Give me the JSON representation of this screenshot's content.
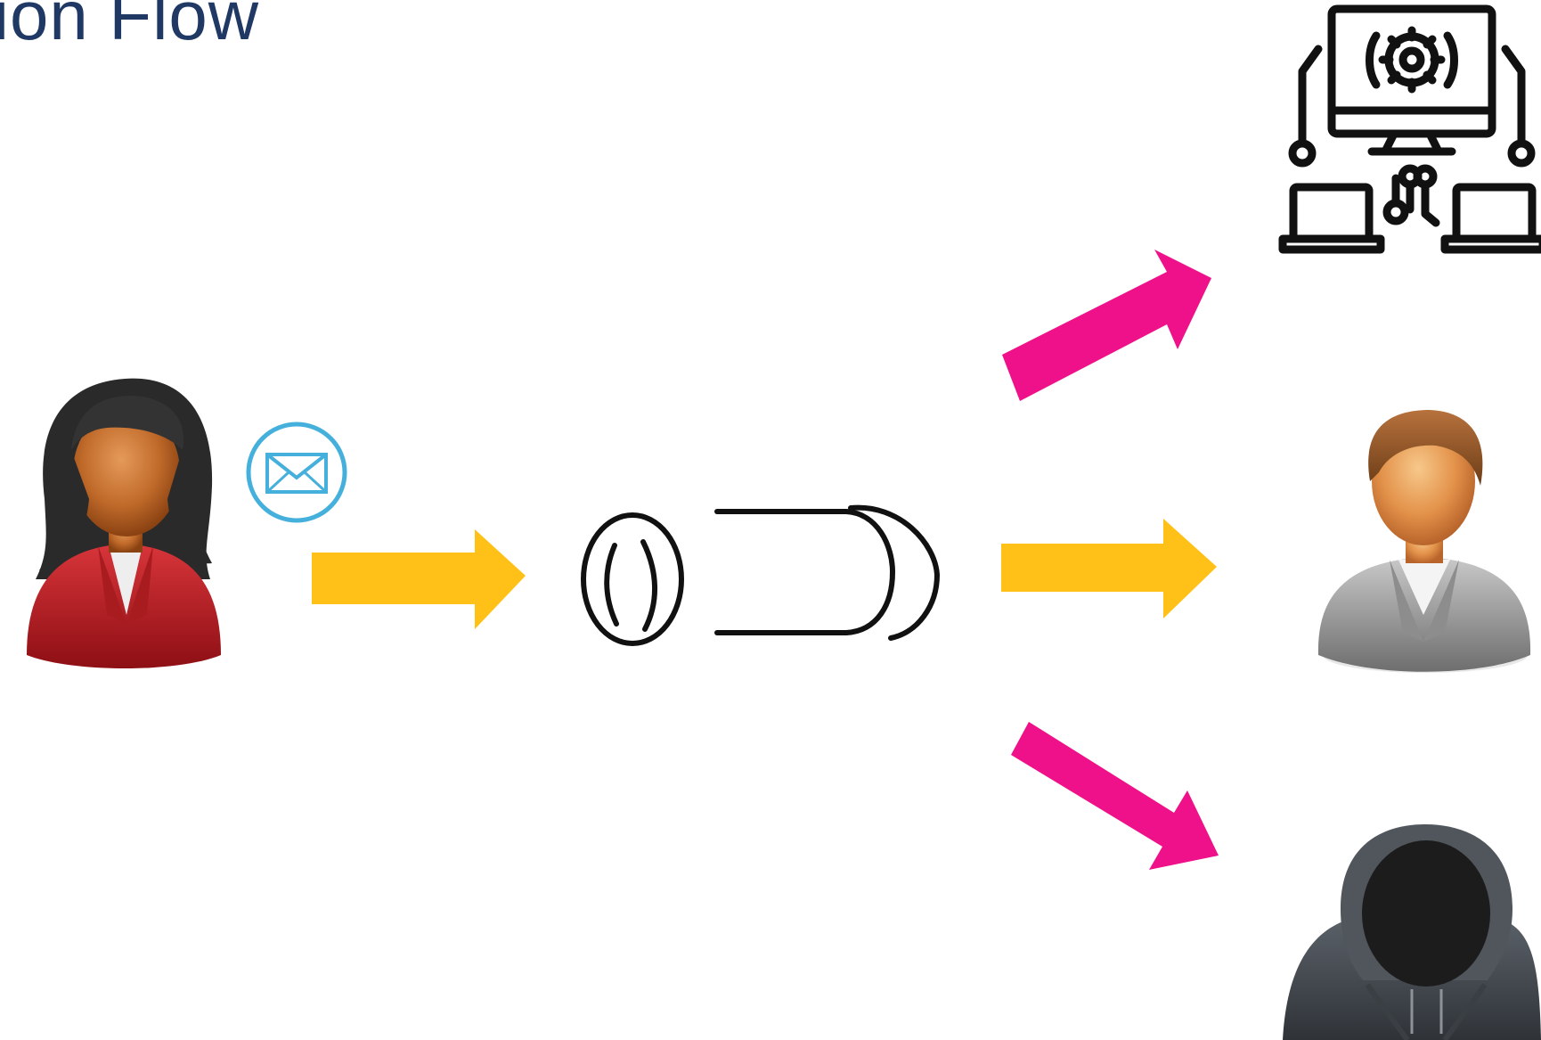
{
  "title": "tion Flow",
  "colors": {
    "title": "#1f3864",
    "arrow_yellow": "#ffc017",
    "arrow_magenta": "#ee1189",
    "envelope_blue": "#45b0dc",
    "icon_black": "#111111"
  },
  "nodes": {
    "sender": {
      "icon": "woman-user-icon"
    },
    "message": {
      "icon": "envelope-icon"
    },
    "channel": {
      "icon": "pipe-icon"
    },
    "system": {
      "icon": "computer-network-icon"
    },
    "receiver": {
      "icon": "man-user-icon"
    },
    "attacker": {
      "icon": "hooded-hacker-icon"
    }
  },
  "arrows": [
    {
      "from": "sender",
      "to": "channel",
      "color": "arrow_yellow"
    },
    {
      "from": "channel",
      "to": "system",
      "color": "arrow_magenta"
    },
    {
      "from": "channel",
      "to": "receiver",
      "color": "arrow_yellow"
    },
    {
      "from": "channel",
      "to": "attacker",
      "color": "arrow_magenta"
    }
  ]
}
